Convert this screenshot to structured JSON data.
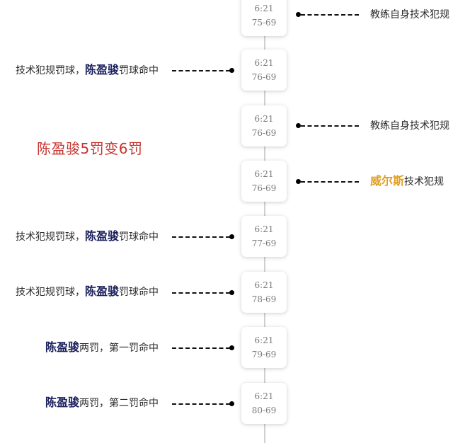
{
  "note": "陈盈骏5罚变6罚",
  "events": [
    {
      "time": "6:21",
      "score": "75-69",
      "side": "right",
      "prefix": "",
      "highlight": "",
      "suffix": "教练自身技术犯规"
    },
    {
      "time": "6:21",
      "score": "76-69",
      "side": "left",
      "prefix": "技术犯规罚球，",
      "highlight": "陈盈骏",
      "suffix": "罚球命中"
    },
    {
      "time": "6:21",
      "score": "76-69",
      "side": "right",
      "prefix": "",
      "highlight": "",
      "suffix": "教练自身技术犯规"
    },
    {
      "time": "6:21",
      "score": "76-69",
      "side": "right",
      "prefix": "",
      "highlight": "威尔斯",
      "suffix": "技术犯规"
    },
    {
      "time": "6:21",
      "score": "77-69",
      "side": "left",
      "prefix": "技术犯规罚球，",
      "highlight": "陈盈骏",
      "suffix": "罚球命中"
    },
    {
      "time": "6:21",
      "score": "78-69",
      "side": "left",
      "prefix": "技术犯规罚球，",
      "highlight": "陈盈骏",
      "suffix": "罚球命中"
    },
    {
      "time": "6:21",
      "score": "79-69",
      "side": "left",
      "prefix": "",
      "highlight": "陈盈骏",
      "suffix": "两罚，第一罚命中"
    },
    {
      "time": "6:21",
      "score": "80-69",
      "side": "left",
      "prefix": "",
      "highlight": "陈盈骏",
      "suffix": "两罚，第二罚命中"
    }
  ]
}
